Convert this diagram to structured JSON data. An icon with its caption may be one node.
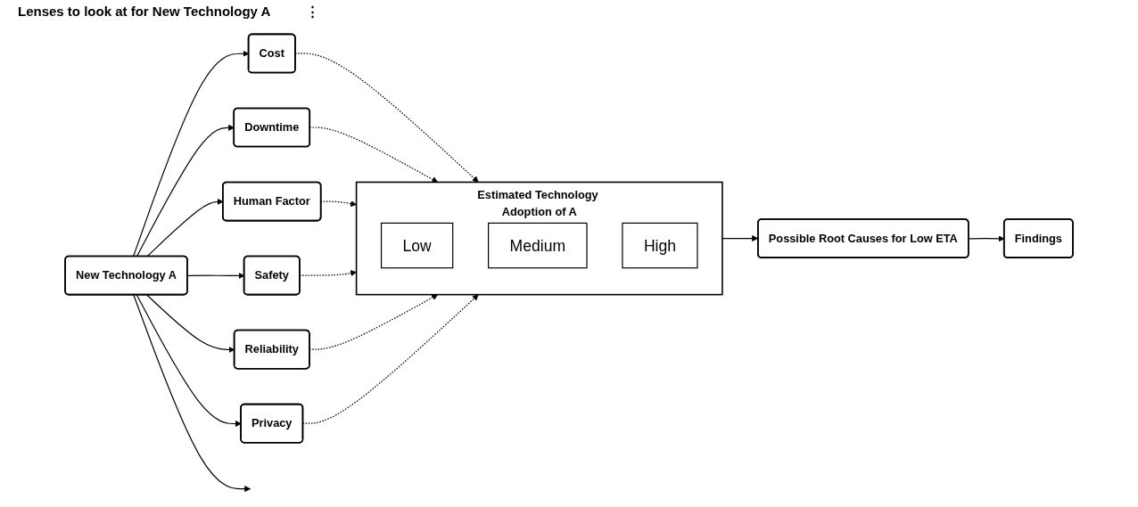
{
  "diagram": {
    "nodes": [
      {
        "text": [
          "New Technology A"
        ]
      },
      {
        "text": [
          "Cost"
        ]
      },
      {
        "text": [
          "Downtime"
        ]
      },
      {
        "text": [
          "Human Factor"
        ]
      },
      {
        "text": [
          "Safety"
        ]
      },
      {
        "text": [
          "Reliability"
        ]
      },
      {
        "text": [
          "Privacy"
        ]
      },
      {
        "text": [
          "Estimated Technology Adoption of A"
        ]
      },
      {
        "text": [
          "Low"
        ],
        "in": 7
      },
      {
        "text": [
          "Medium"
        ],
        "in": 7
      },
      {
        "text": [
          "High"
        ],
        "in": 7
      },
      {
        "text": [
          "Possible Root Causes for Low ETA"
        ]
      },
      {
        "text": [
          "Findings"
        ]
      }
    ],
    "edges": [
      {
        "from": 0,
        "to": 1,
        "arrow": "to"
      },
      {
        "from": 0,
        "to": 2,
        "arrow": "to"
      },
      {
        "from": 0,
        "to": 3,
        "arrow": "to"
      },
      {
        "from": 0,
        "to": 4,
        "arrow": "to"
      },
      {
        "from": 0,
        "to": 5,
        "arrow": "to"
      },
      {
        "from": 0,
        "to": 6,
        "arrow": "to"
      },
      {
        "from": 0,
        "to": null,
        "arrow": "to"
      },
      {
        "from": 1,
        "to": 7,
        "arrow": "to",
        "style": "dashed"
      },
      {
        "from": 2,
        "to": 7,
        "arrow": "to",
        "style": "dashed"
      },
      {
        "from": 3,
        "to": 7,
        "arrow": "to",
        "style": "dashed"
      },
      {
        "from": 4,
        "to": 7,
        "arrow": "to",
        "style": "dashed"
      },
      {
        "from": 5,
        "to": 7,
        "arrow": "to",
        "style": "dashed"
      },
      {
        "from": 6,
        "to": 7,
        "arrow": "to",
        "style": "dashed"
      },
      {
        "from": 7,
        "to": 11,
        "arrow": "to"
      },
      {
        "from": 11,
        "to": 12,
        "arrow": "to"
      }
    ],
    "labels": [
      "Lenses to look at for New Technology A",
      "⋮"
    ]
  }
}
